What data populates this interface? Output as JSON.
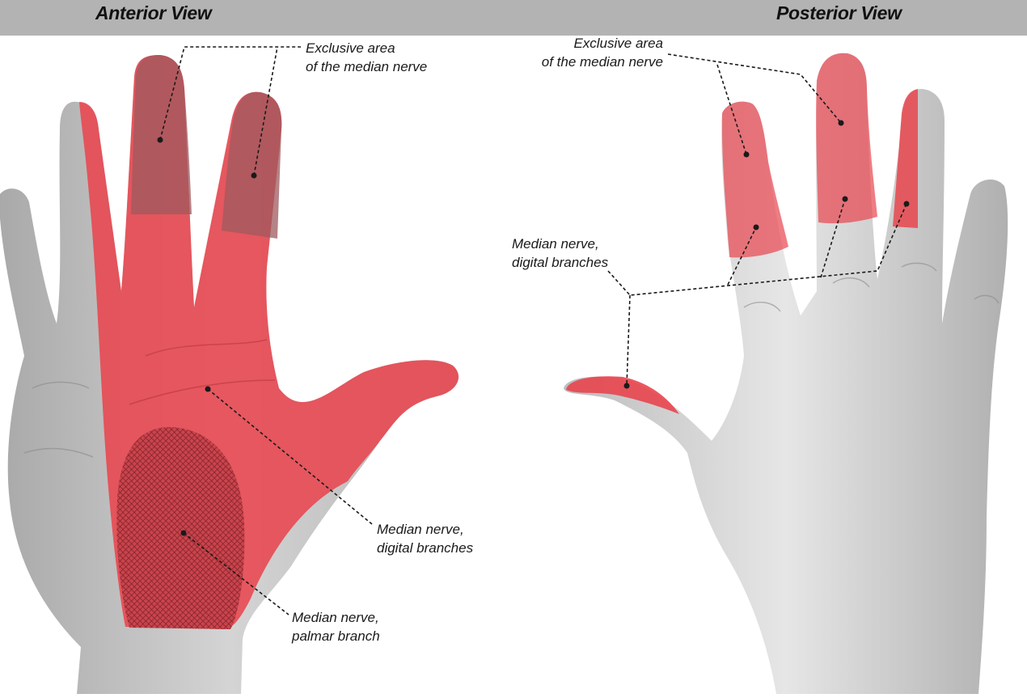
{
  "header": {
    "anterior_title": "Anterior View",
    "posterior_title": "Posterior View"
  },
  "anterior": {
    "labels": {
      "exclusive": {
        "line1": "Exclusive area",
        "line2": "of the median nerve"
      },
      "digital": {
        "line1": "Median nerve,",
        "line2": "digital branches"
      },
      "palmar": {
        "line1": "Median nerve,",
        "line2": "palmar branch"
      }
    }
  },
  "posterior": {
    "labels": {
      "exclusive": {
        "line1": "Exclusive area",
        "line2": "of the median nerve"
      },
      "digital": {
        "line1": "Median nerve,",
        "line2": "digital branches"
      }
    }
  },
  "colors": {
    "header_bg": "#b3b3b3",
    "skin": "#c9c9c9",
    "median_area": "#e8454e",
    "exclusive_area": "#b55a5f",
    "palmar_hatch": "#9a2a32"
  }
}
